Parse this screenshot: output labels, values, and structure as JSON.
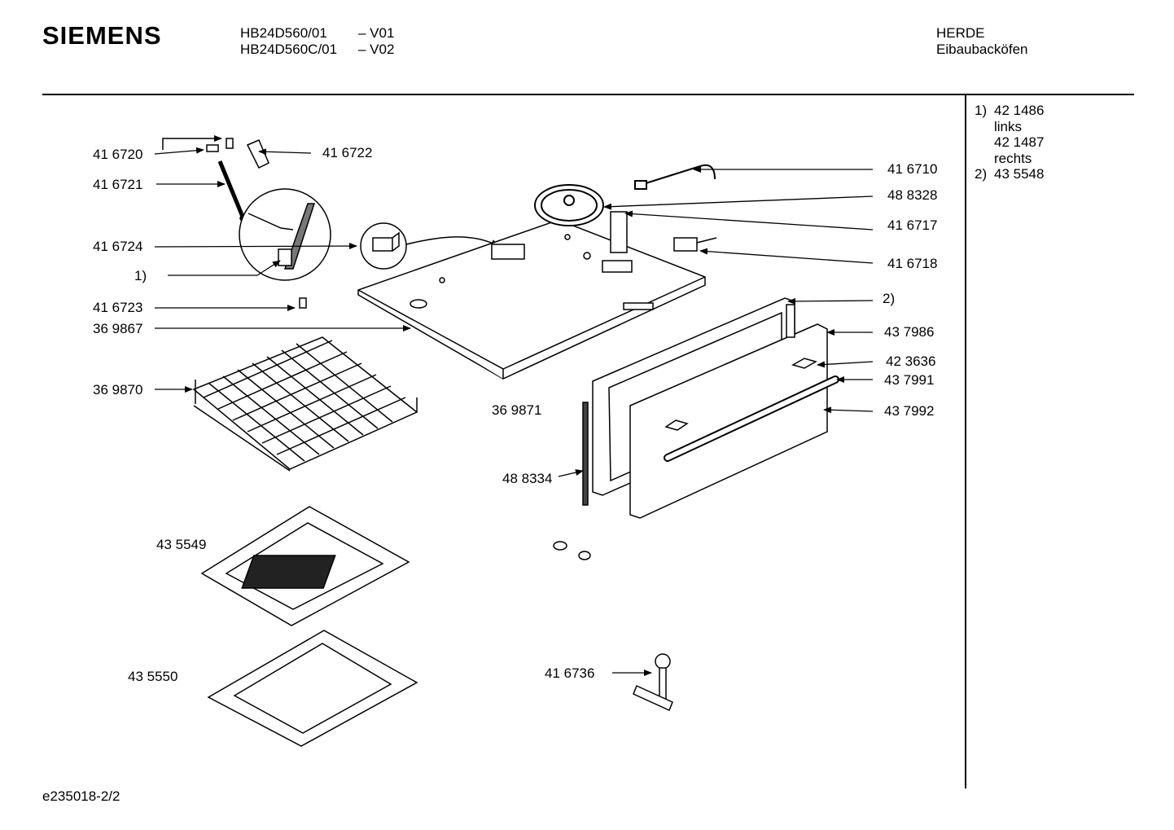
{
  "header": {
    "brand": "SIEMENS",
    "models": [
      {
        "model": "HB24D560/01",
        "version": "– V01"
      },
      {
        "model": "HB24D560C/01",
        "version": "– V02"
      }
    ],
    "category": "HERDE",
    "subcategory": "Eibaubacköfen"
  },
  "notes": [
    {
      "marker": "1)",
      "text": "42 1486"
    },
    {
      "marker": "",
      "text": "links"
    },
    {
      "marker": "",
      "text": "42 1487"
    },
    {
      "marker": "",
      "text": "rechts"
    },
    {
      "marker": "2)",
      "text": "43 5548"
    }
  ],
  "labels": {
    "p416720": "41 6720",
    "p416722": "41 6722",
    "p416721": "41 6721",
    "p416724": "41 6724",
    "n1": "1)",
    "p416723": "41 6723",
    "p369867": "36 9867",
    "p369870": "36 9870",
    "p416710": "41 6710",
    "p488328": "48 8328",
    "p416717": "41 6717",
    "p416718": "41 6718",
    "n2": "2)",
    "p437986": "43 7986",
    "p423636": "42 3636",
    "p437991": "43 7991",
    "p437992": "43 7992",
    "p369871": "36 9871",
    "p488334": "48 8334",
    "p435549": "43 5549",
    "p435550": "43 5550",
    "p416736": "41 6736"
  },
  "footer": {
    "drawing_id": "e235018-2/2"
  }
}
